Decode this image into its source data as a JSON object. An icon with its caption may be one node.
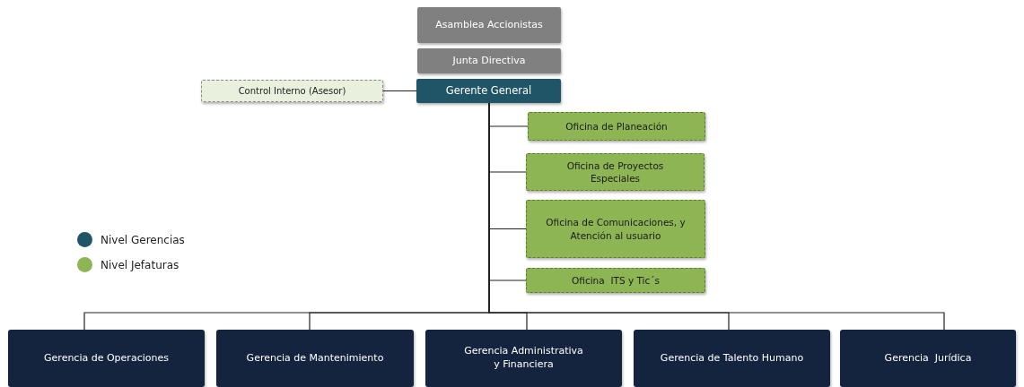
{
  "diagram": {
    "nodes": [
      {
        "text": [
          "Asamblea Accionistas"
        ]
      },
      {
        "text": [
          "Junta Directiva"
        ]
      },
      {
        "text": [
          "Control Interno (Asesor)"
        ]
      },
      {
        "text": [
          "Gerente General"
        ]
      },
      {
        "text": [
          "Oficina de Planeación"
        ]
      },
      {
        "text": [
          "Oficina de Proyectos Especiales"
        ]
      },
      {
        "text": [
          "Oficina de Comunicaciones, y Atención al usuario"
        ]
      },
      {
        "text": [
          "Oficina  ITS y Tic´s"
        ]
      },
      {
        "text": [
          "Gerencia de Operaciones"
        ]
      },
      {
        "text": [
          "Gerencia de Mantenimiento"
        ]
      },
      {
        "text": [
          "Gerencia Administrativa y Financiera"
        ]
      },
      {
        "text": [
          "Gerencia de Talento Humano"
        ]
      },
      {
        "text": [
          "Gerencia  Jurídica"
        ]
      }
    ],
    "edges": [
      {
        "from": 2,
        "to": 3,
        "arrow": "none"
      },
      {
        "from": 3,
        "to": 4,
        "arrow": "none"
      },
      {
        "from": 3,
        "to": 5,
        "arrow": "none"
      },
      {
        "from": 3,
        "to": 6,
        "arrow": "none"
      },
      {
        "from": 3,
        "to": 7,
        "arrow": "none"
      },
      {
        "from": 3,
        "to": 8,
        "arrow": "none"
      },
      {
        "from": 3,
        "to": 9,
        "arrow": "none"
      },
      {
        "from": 3,
        "to": 10,
        "arrow": "none"
      },
      {
        "from": 3,
        "to": 11,
        "arrow": "none"
      },
      {
        "from": 3,
        "to": 12,
        "arrow": "none"
      }
    ],
    "legend": [
      {
        "text": "Nivel Gerencias",
        "color": "#1f5566"
      },
      {
        "text": "Nivel Jefaturas",
        "color": "#8db554"
      }
    ]
  }
}
